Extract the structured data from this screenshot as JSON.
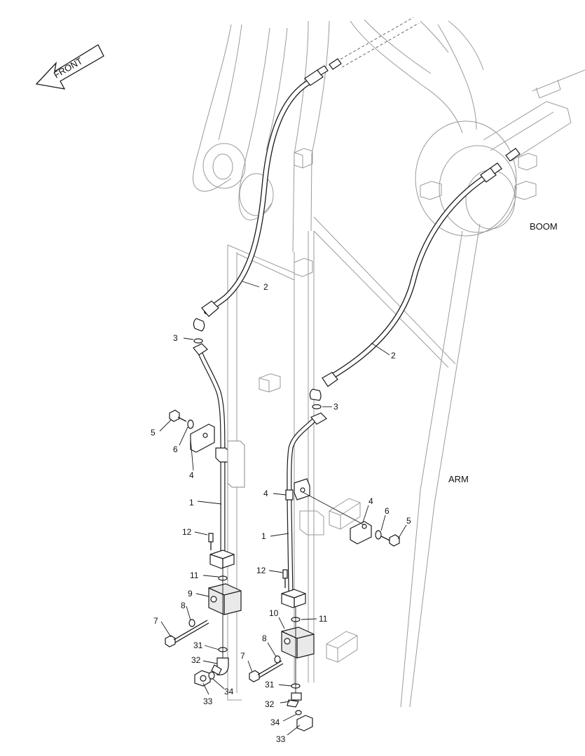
{
  "orientation": {
    "label": "FRONT"
  },
  "areas": {
    "boom": "BOOM",
    "arm": "ARM"
  },
  "callouts": {
    "hose_left": "2",
    "hose_right": "2",
    "oring_left_3": "3",
    "oring_right_3": "3",
    "bolt_left_5": "5",
    "washer_left_6": "6",
    "clamp_left_4": "4",
    "pipe_left_1": "1",
    "bolt_left_12": "12",
    "oring_left_11": "11",
    "block_left_9": "9",
    "washer_left_8": "8",
    "bolt_left_7": "7",
    "oring_left_31": "31",
    "fitting_left_32": "32",
    "cap_left_33": "33",
    "oring_left_34": "34",
    "clamp_right_4a": "4",
    "clamp_right_4b": "4",
    "washer_right_6": "6",
    "bolt_right_5": "5",
    "pipe_right_1": "1",
    "bolt_right_12": "12",
    "block_right_10": "10",
    "oring_right_11": "11",
    "washer_right_8": "8",
    "bolt_right_7": "7",
    "oring_right_31": "31",
    "fitting_right_32": "32",
    "oring_right_34": "34",
    "cap_right_33": "33"
  },
  "colors": {
    "ink": "#1a1a1a",
    "structure_lines": "#9a9a9a",
    "background": "#ffffff"
  }
}
